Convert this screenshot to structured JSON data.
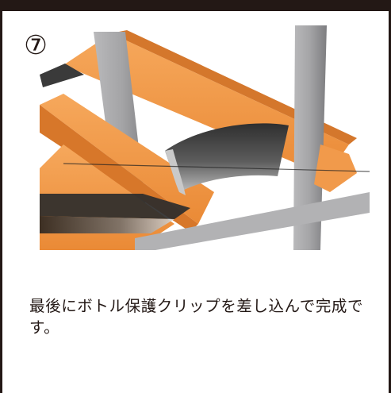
{
  "step": {
    "number": "⑦"
  },
  "illustration": {
    "subject": "bottle-protection-clip-insertion",
    "colors": {
      "frame_gray": "#a9a9ab",
      "frame_gray_dark": "#7a7a7d",
      "orange_rail": "#f29a4a",
      "orange_shadow": "#c96c25",
      "clip_dark": "#3a3a3a",
      "clip_light": "#9a9a9a"
    }
  },
  "caption": {
    "text": "最後にボトル保護クリップを差し込んで完成です。"
  }
}
